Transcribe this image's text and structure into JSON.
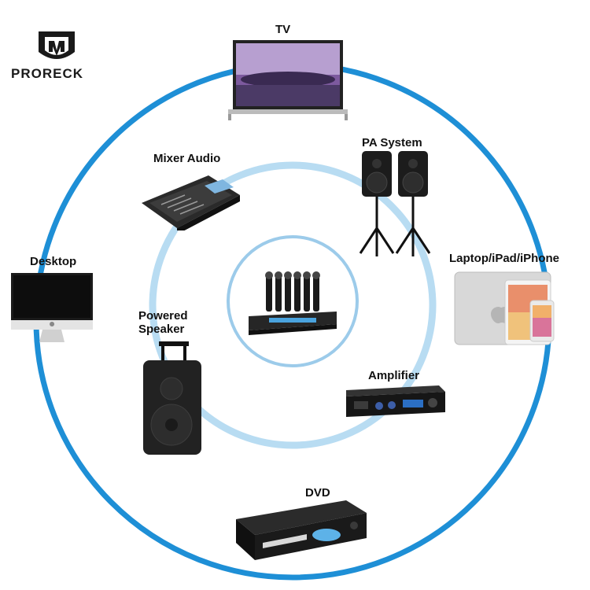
{
  "brand": {
    "name": "PRORECK"
  },
  "labels": {
    "tv": "TV",
    "pa_system": "PA System",
    "mixer_audio": "Mixer Audio",
    "desktop": "Desktop",
    "laptop": "Laptop/iPad/iPhone",
    "powered_speaker_line1": "Powered",
    "powered_speaker_line2": "Speaker",
    "amplifier": "Amplifier",
    "dvd": "DVD"
  },
  "colors": {
    "outer_ring": "#1e8fd6",
    "inner_ring": "#b8dcf2",
    "center_ring": "#9ccbea"
  }
}
